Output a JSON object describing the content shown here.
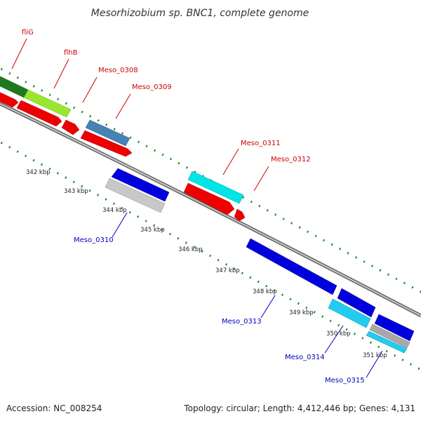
{
  "title": "Mesorhizobium sp. BNC1, complete genome",
  "footer": {
    "accession": "Accession: NC_008254",
    "topology": "Topology: circular; Length: 4,412,446 bp; Genes: 4,131"
  },
  "kbp_labels": [
    "342 kbp",
    "343 kbp",
    "344 kbp",
    "345 kbp",
    "346 kbp",
    "347 kbp",
    "348 kbp",
    "349 kbp",
    "350 kbp",
    "351 kbp"
  ],
  "gene_labels_forward": [
    "fliG",
    "flhB",
    "Meso_0308",
    "Meso_0309",
    "Meso_0311",
    "Meso_0312"
  ],
  "gene_labels_reverse": [
    "Meso_0310",
    "Meso_0313",
    "Meso_0314",
    "Meso_0315"
  ],
  "colors": {
    "forward_label": "#cc0000",
    "reverse_label": "#0000bb",
    "backbone": "#8c8c8c",
    "ticks": "#228b22",
    "red_feature": "#ee0000",
    "blue_feature": "#0000dd",
    "cyan_feature": "#00e5e5",
    "steelblue_feature": "#4682b4",
    "green_feature": "#1f7a1f",
    "lightgreen_feature": "#adff2f",
    "grey_feature": "#c0c0c0"
  }
}
